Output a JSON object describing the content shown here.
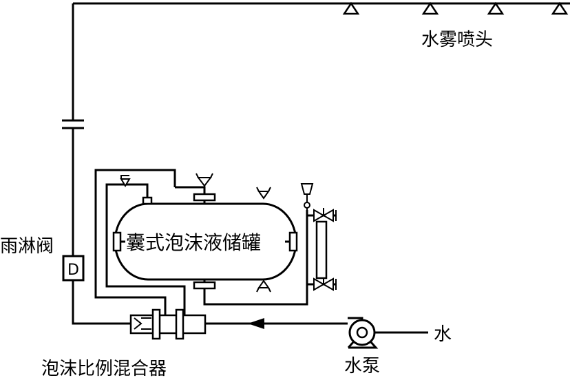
{
  "labels": {
    "nozzles": "水雾喷头",
    "deluge_valve": "雨淋阀",
    "valve_letter": "D",
    "tank": "囊式泡沫液储罐",
    "mixer": "泡沫比例混合器",
    "pump": "水泵",
    "water": "水"
  },
  "colors": {
    "line": "#000000",
    "background": "#ffffff"
  },
  "nozzle_count": 4
}
